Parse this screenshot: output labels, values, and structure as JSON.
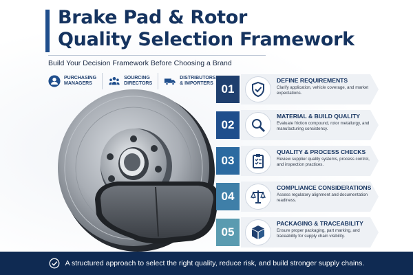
{
  "header": {
    "title_line1": "Brake Pad & Rotor",
    "title_line2": "Quality Selection Framework",
    "subtitle": "Build Your Decision Framework Before Choosing a Brand"
  },
  "audience": [
    {
      "label": "PURCHASING\nMANAGERS",
      "icon": "people-icon"
    },
    {
      "label": "SOURCING\nDIRECTORS",
      "icon": "team-icon"
    },
    {
      "label": "DISTRIBUTORS\n& IMPORTERS",
      "icon": "truck-icon"
    }
  ],
  "steps": [
    {
      "number": "01",
      "title": "DEFINE REQUIREMENTS",
      "description": "Clarify application, vehicle coverage, and market expectations.",
      "icon": "shield-check-icon",
      "color": "#1f3f6e"
    },
    {
      "number": "02",
      "title": "MATERIAL & BUILD QUALITY",
      "description": "Evaluate friction compound, rotor metallurgy, and manufacturing consistency.",
      "icon": "magnifier-icon",
      "color": "#1f4e8c"
    },
    {
      "number": "03",
      "title": "QUALITY & PROCESS CHECKS",
      "description": "Review supplier quality systems, process control, and inspection practices.",
      "icon": "clipboard-icon",
      "color": "#2c6aa0"
    },
    {
      "number": "04",
      "title": "COMPLIANCE CONSIDERATIONS",
      "description": "Assess regulatory alignment and documentation readiness.",
      "icon": "scales-icon",
      "color": "#3f7fa8"
    },
    {
      "number": "05",
      "title": "PACKAGING & TRACEABILITY",
      "description": "Ensure proper packaging, part marking, and traceability for supply chain visibility.",
      "icon": "box-icon",
      "color": "#5a9bb0"
    }
  ],
  "footer": {
    "text": "A structured approach to select the right quality, reduce risk, and build stronger supply chains."
  },
  "colors": {
    "navy": "#0f2a52",
    "title": "#15335f",
    "accent": "#1f4e8c"
  }
}
